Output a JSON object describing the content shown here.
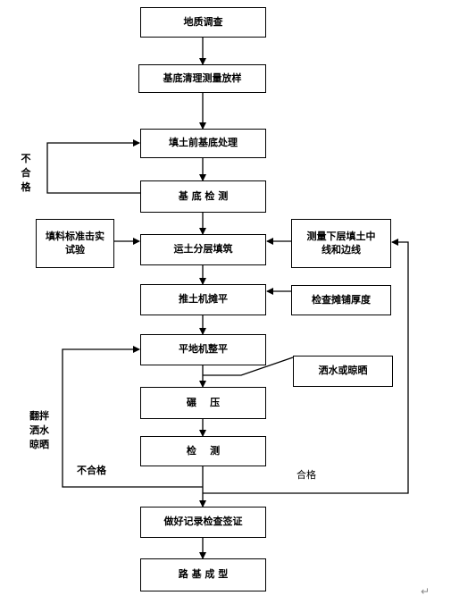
{
  "steps": {
    "survey": "地质调查",
    "clear_stakeout": "基底清理测量放样",
    "base_treatment": "填土前基底处理",
    "base_check": "基 底 检 测",
    "transport_layering": "运土分层填筑",
    "bulldozer_level": "推土机摊平",
    "grader_level": "平地机整平",
    "compaction": "碾    压",
    "inspection": "检    测",
    "record_signoff": "做好记录检查签证",
    "subgrade_formed": "路 基 成 型"
  },
  "side_inputs": {
    "fill_test": "填料标准击实试验",
    "measure_lower": "测量下层填土中线和边线",
    "check_thickness": "检查摊铺厚度",
    "water_or_dry": "洒水或晾晒"
  },
  "labels": {
    "fail_top": "不合格",
    "fail_bottom": "不合格",
    "turn_over": "翻拌洒水晾晒",
    "pass": "合格",
    "return_mark": "↵"
  }
}
